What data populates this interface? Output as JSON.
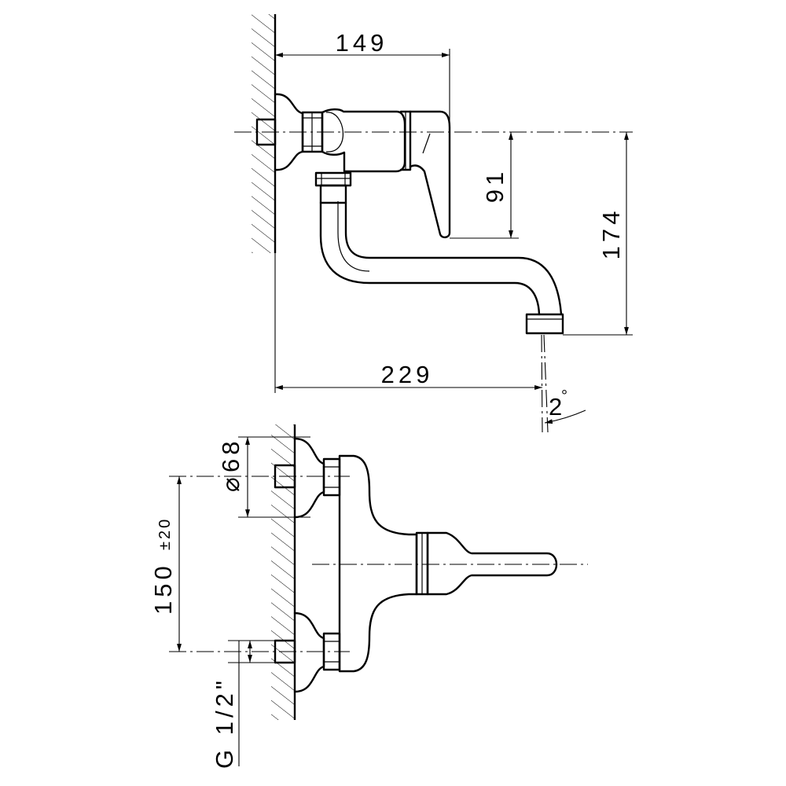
{
  "drawing": {
    "side_view": {
      "dim_width_handle": "149",
      "dim_height_handle": "91",
      "dim_height_total": "174",
      "dim_width_total": "229",
      "dim_angle": "2",
      "dim_angle_unit": "°"
    },
    "front_view": {
      "dim_flange_diameter": "68",
      "dim_flange_diameter_symbol": "⌀",
      "dim_centers": "150",
      "dim_centers_tolerance": "±20",
      "dim_thread": "G  1/2\""
    }
  }
}
